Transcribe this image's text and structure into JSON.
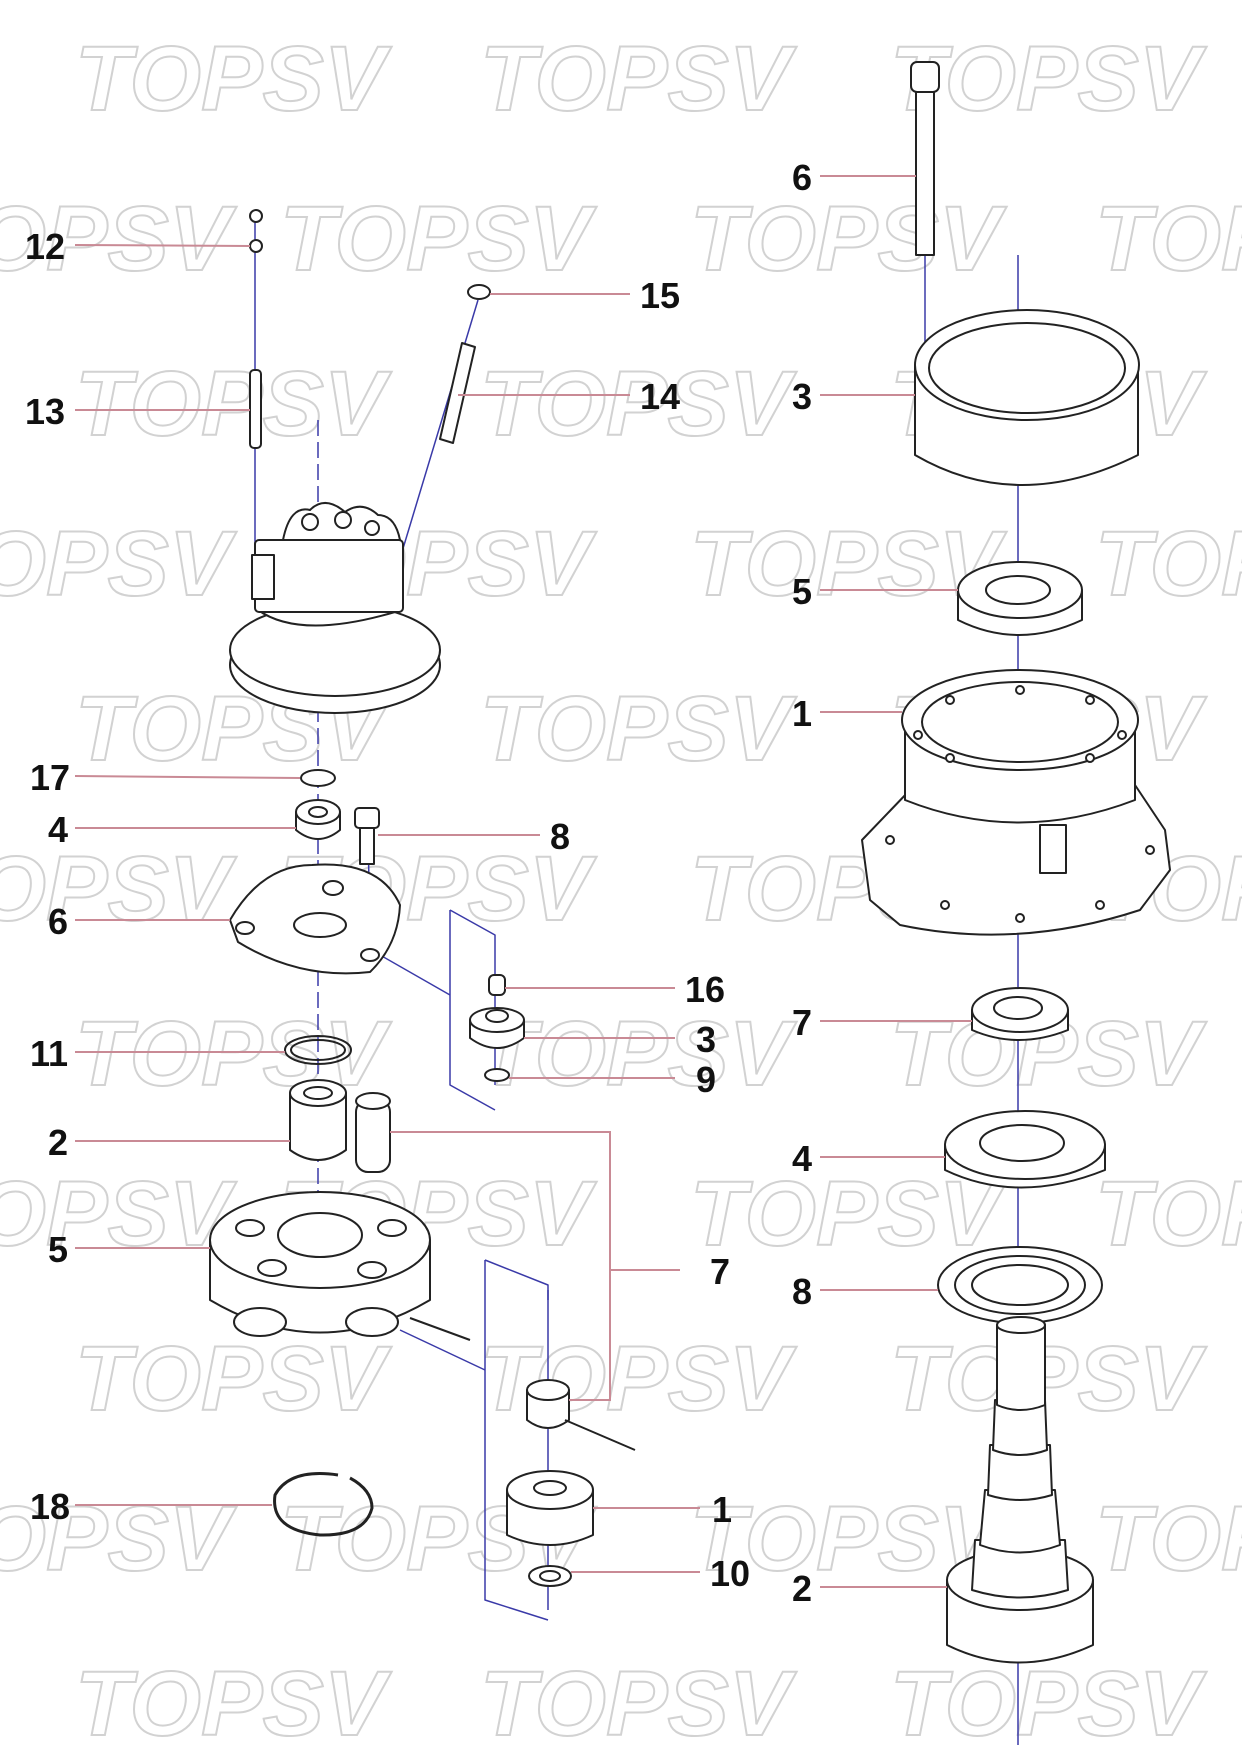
{
  "diagram": {
    "watermark_text": "TOPSV",
    "colors": {
      "leader": "#c98a95",
      "axis": "#3a3aa8",
      "outline": "#222222",
      "watermark": "#d6d6d6",
      "label": "#111111"
    },
    "left_callouts": [
      "12",
      "13",
      "15",
      "14",
      "17",
      "4",
      "8",
      "6",
      "16",
      "3",
      "11",
      "9",
      "2",
      "5",
      "7",
      "18",
      "1",
      "10"
    ],
    "right_callouts": [
      "6",
      "3",
      "5",
      "1",
      "7",
      "4",
      "8",
      "2"
    ]
  }
}
